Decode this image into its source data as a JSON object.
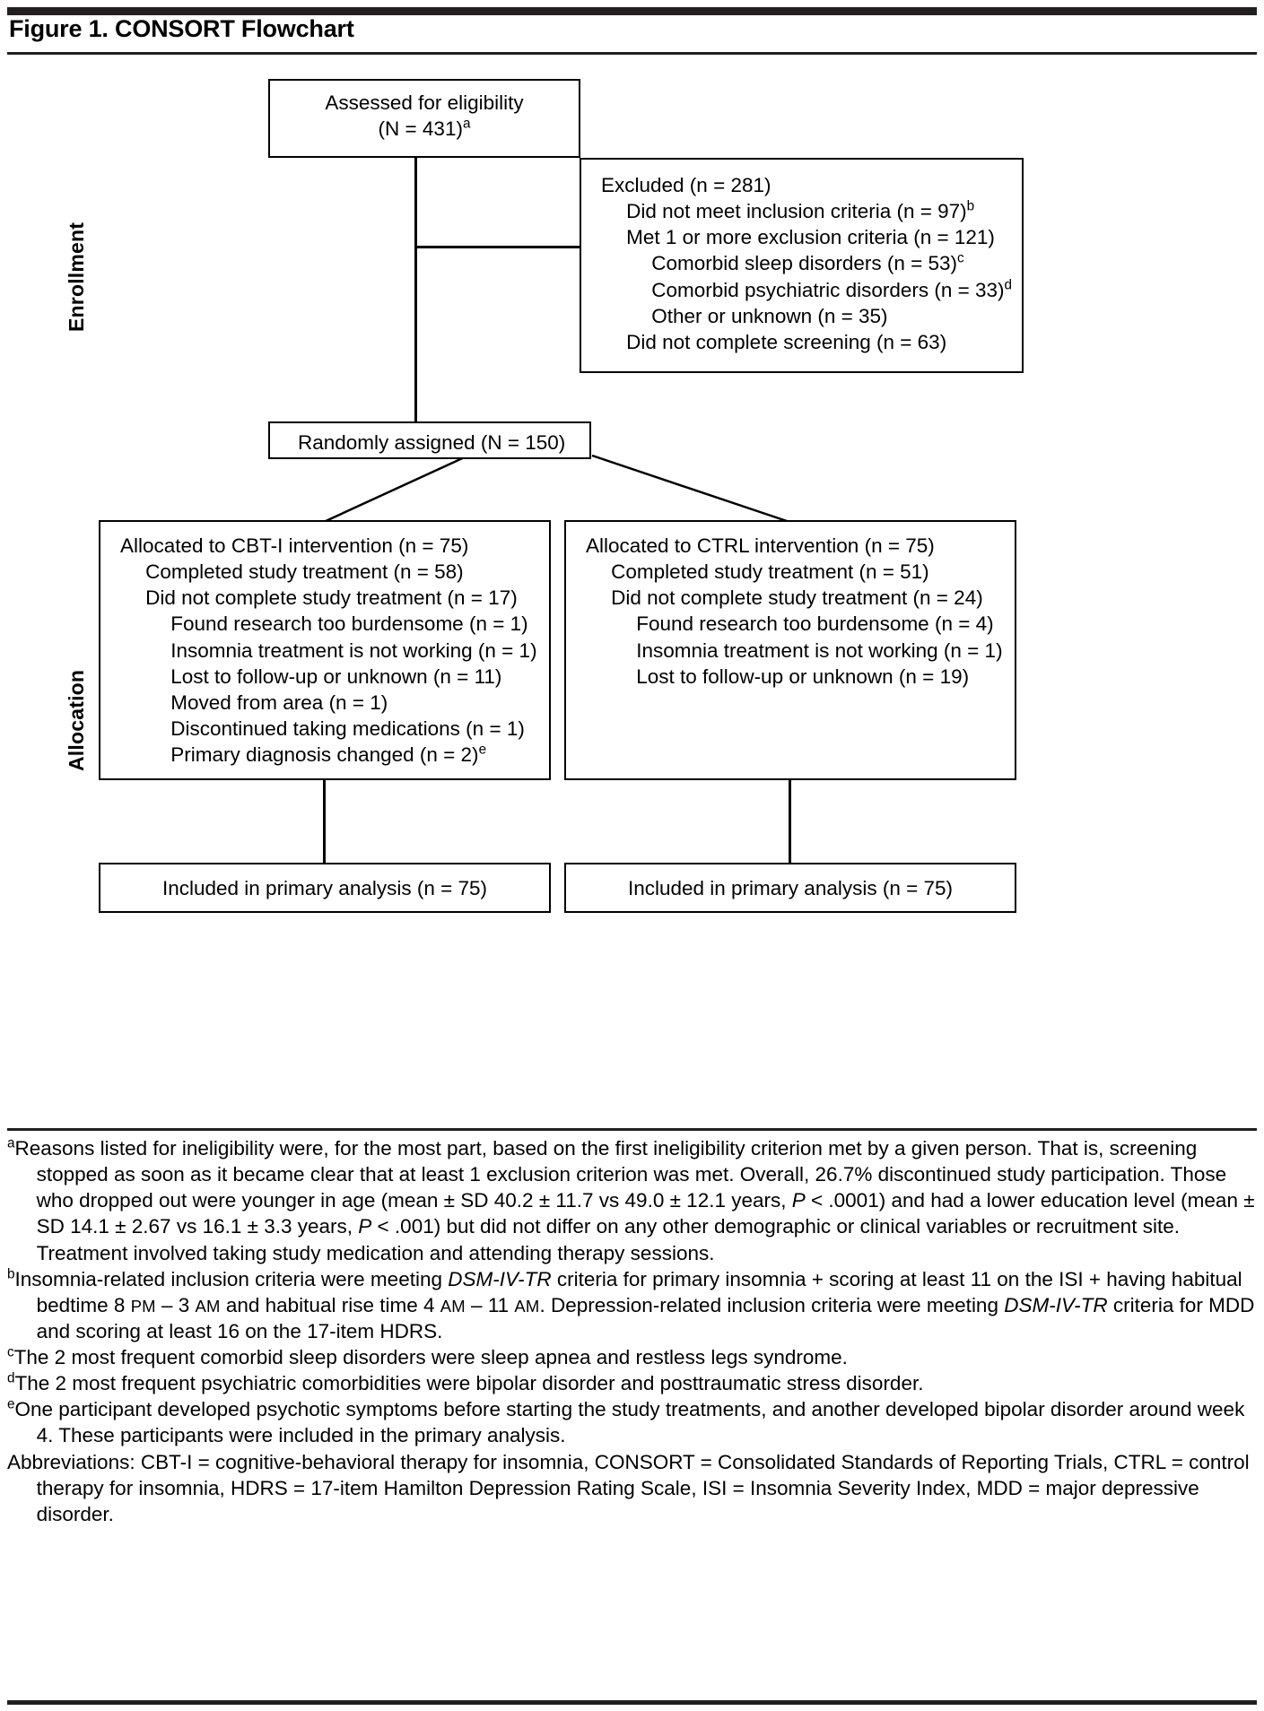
{
  "title": "Figure 1. CONSORT Flowchart",
  "stage_labels": {
    "enrollment": "Enrollment",
    "allocation": "Allocation"
  },
  "boxes": {
    "assessed": {
      "line1": "Assessed for eligibility",
      "line2_pre": "(N = 431)",
      "line2_sup": "a"
    },
    "excluded": {
      "lines": [
        {
          "text": "Excluded (n = 281)",
          "indent": 0,
          "sup": ""
        },
        {
          "text": "Did not meet inclusion criteria (n = 97)",
          "indent": 1,
          "sup": "b"
        },
        {
          "text": "Met 1 or more exclusion criteria (n = 121)",
          "indent": 1,
          "sup": ""
        },
        {
          "text": "Comorbid sleep disorders (n = 53)",
          "indent": 2,
          "sup": "c"
        },
        {
          "text": "Comorbid psychiatric disorders (n = 33)",
          "indent": 2,
          "sup": "d"
        },
        {
          "text": "Other or unknown (n = 35)",
          "indent": 2,
          "sup": ""
        },
        {
          "text": "Did not complete screening (n = 63)",
          "indent": 1,
          "sup": ""
        }
      ]
    },
    "randomized": {
      "text": "Randomly assigned (N = 150)"
    },
    "cbti": {
      "lines": [
        {
          "text": "Allocated to CBT-I intervention (n = 75)",
          "indent": 0,
          "sup": ""
        },
        {
          "text": "Completed study treatment (n = 58)",
          "indent": 1,
          "sup": ""
        },
        {
          "text": "Did not complete study treatment (n = 17)",
          "indent": 1,
          "sup": ""
        },
        {
          "text": "Found research too burdensome (n = 1)",
          "indent": 2,
          "sup": ""
        },
        {
          "text": "Insomnia treatment is not working (n = 1)",
          "indent": 2,
          "sup": ""
        },
        {
          "text": "Lost to follow-up or unknown (n = 11)",
          "indent": 2,
          "sup": ""
        },
        {
          "text": "Moved from area (n = 1)",
          "indent": 2,
          "sup": ""
        },
        {
          "text": "Discontinued taking medications (n = 1)",
          "indent": 2,
          "sup": ""
        },
        {
          "text": "Primary diagnosis changed (n = 2)",
          "indent": 2,
          "sup": "e"
        }
      ]
    },
    "ctrl": {
      "lines": [
        {
          "text": "Allocated to CTRL intervention (n = 75)",
          "indent": 0,
          "sup": ""
        },
        {
          "text": "Completed study treatment (n = 51)",
          "indent": 1,
          "sup": ""
        },
        {
          "text": "Did not complete study treatment (n = 24)",
          "indent": 1,
          "sup": ""
        },
        {
          "text": "Found research too burdensome (n = 4)",
          "indent": 2,
          "sup": ""
        },
        {
          "text": "Insomnia treatment is not working (n = 1)",
          "indent": 2,
          "sup": ""
        },
        {
          "text": "Lost to follow-up or unknown (n = 19)",
          "indent": 2,
          "sup": ""
        }
      ]
    },
    "analysis_left": {
      "text": "Included in primary analysis (n = 75)"
    },
    "analysis_right": {
      "text": "Included in primary analysis (n = 75)"
    }
  },
  "footnotes": {
    "a": {
      "marker": "a",
      "text": "Reasons listed for ineligibility were, for the most part, based on the first ineligibility criterion met by a given person. That is, screening stopped as soon as it became clear that at least 1 exclusion criterion was met. Overall, 26.7% discontinued study participation. Those who dropped out were younger in age (mean ± SD 40.2 ± 11.7 vs 49.0 ± 12.1 years, P < .0001) and had a lower education level (mean ± SD 14.1 ± 2.67 vs 16.1 ± 3.3 years, P < .001) but did not differ on any other demographic or clinical variables or recruitment site. Treatment involved taking study medication and attending therapy sessions."
    },
    "b": {
      "marker": "b",
      "segments": [
        {
          "t": "Insomnia-related inclusion criteria were meeting ",
          "style": "normal"
        },
        {
          "t": "DSM-IV-TR",
          "style": "italic"
        },
        {
          "t": " criteria for primary insomnia + scoring at least 11 on the ISI + having habitual bedtime 8 ",
          "style": "normal"
        },
        {
          "t": "PM",
          "style": "smallcaps"
        },
        {
          "t": " – 3 ",
          "style": "normal"
        },
        {
          "t": "AM",
          "style": "smallcaps"
        },
        {
          "t": " and habitual rise time 4 ",
          "style": "normal"
        },
        {
          "t": "AM",
          "style": "smallcaps"
        },
        {
          "t": " – 11 ",
          "style": "normal"
        },
        {
          "t": "AM",
          "style": "smallcaps"
        },
        {
          "t": ". Depression-related inclusion criteria were meeting ",
          "style": "normal"
        },
        {
          "t": "DSM-IV-TR",
          "style": "italic"
        },
        {
          "t": " criteria for MDD and scoring at least 16 on the 17-item HDRS.",
          "style": "normal"
        }
      ]
    },
    "c": {
      "marker": "c",
      "text": "The 2 most frequent comorbid sleep disorders were sleep apnea and restless legs syndrome."
    },
    "d": {
      "marker": "d",
      "text": "The 2 most frequent psychiatric comorbidities were bipolar disorder and posttraumatic stress disorder."
    },
    "e": {
      "marker": "e",
      "text": "One participant developed psychotic symptoms before starting the study treatments, and another developed bipolar disorder around week 4. These participants were included in the primary analysis."
    },
    "abbreviations": {
      "label": "Abbreviations:",
      "text": " CBT-I = cognitive-behavioral therapy for insomnia, CONSORT = Consolidated Standards of Reporting Trials, CTRL = control therapy for insomnia, HDRS = 17-item Hamilton Depression Rating Scale, ISI = Insomnia Severity Index, MDD = major depressive disorder."
    }
  }
}
